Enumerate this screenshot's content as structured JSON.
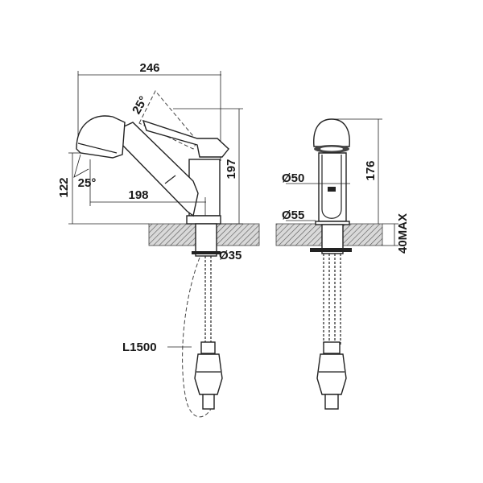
{
  "drawing": {
    "side_view": {
      "width_dim": "246",
      "lever_angle": "25°",
      "spout_angle": "25°",
      "spout_height_dim": "122",
      "reach_dim": "198",
      "total_height_dim": "197",
      "hole_diameter": "Ø35",
      "hose_length": "L1500"
    },
    "front_view": {
      "body_diameter": "Ø50",
      "base_diameter": "Ø55",
      "height_dim": "176",
      "counter_thickness": "40MAX"
    }
  },
  "colors": {
    "line": "#222222",
    "hatch": "#666666",
    "background": "#ffffff"
  }
}
